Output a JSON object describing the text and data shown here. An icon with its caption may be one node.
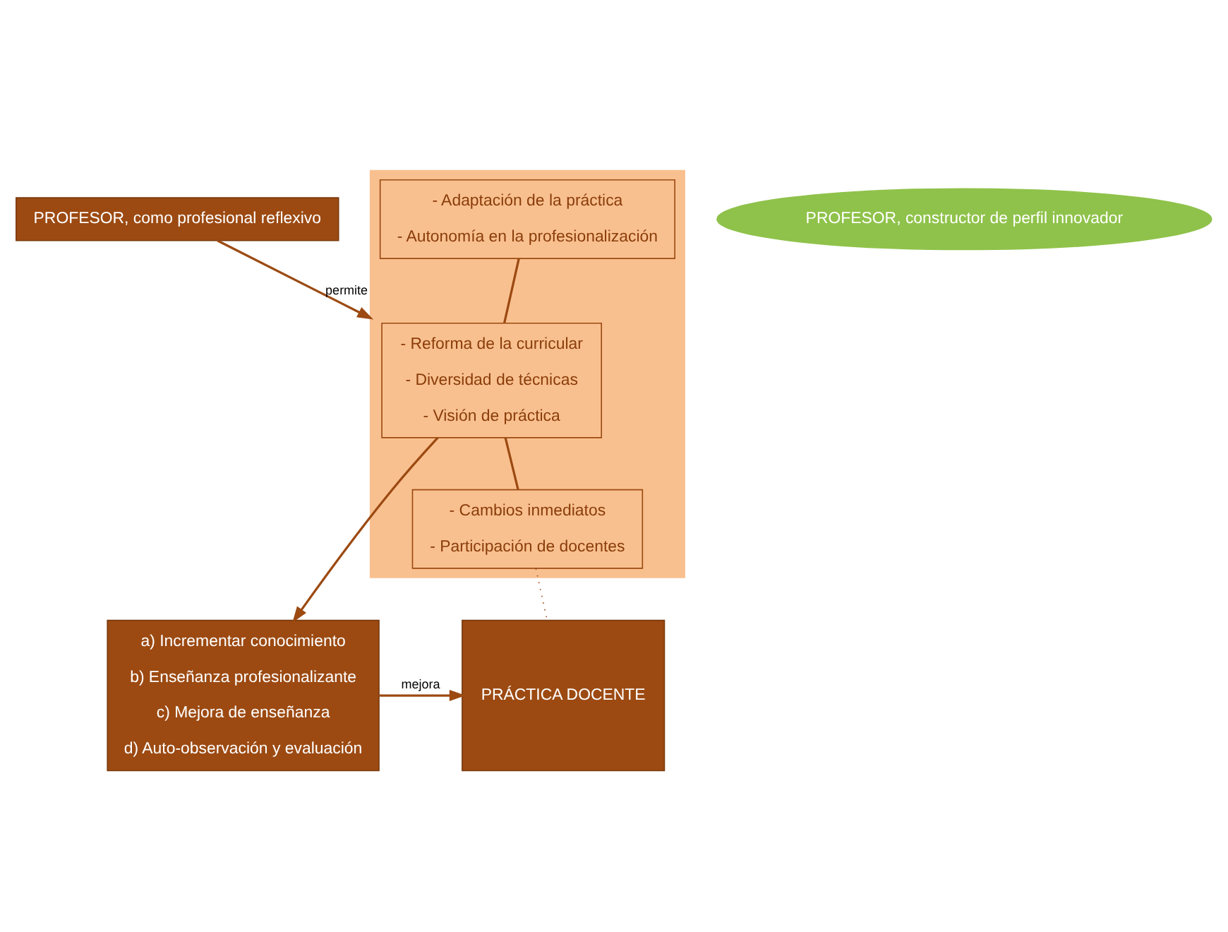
{
  "diagram": {
    "nodes": [
      {
        "text": [
          "PROFESOR, como profesional reflexivo"
        ]
      },
      {
        "text": [
          "PROFESOR, constructor de perfil innovador"
        ]
      },
      {
        "text": [],
        "shape": "box"
      },
      {
        "text": [
          "- Adaptación de la práctica",
          "- Autonomía en la profesionalización"
        ],
        "in": 2
      },
      {
        "text": [
          "- Reforma de la curricular",
          "- Diversidad de técnicas",
          "- Visión de práctica"
        ],
        "in": 2
      },
      {
        "text": [
          "- Cambios inmediatos",
          "- Participación de docentes"
        ],
        "in": 2
      },
      {
        "text": [
          "a) Incrementar conocimiento",
          "b) Enseñanza profesionalizante",
          "c) Mejora de enseñanza",
          "d) Auto-observación y evaluación"
        ]
      },
      {
        "text": [
          "PRÁCTICA DOCENTE"
        ]
      }
    ],
    "edges": [
      {
        "from": 0,
        "to": 2,
        "arrow": "to",
        "label": "permite"
      },
      {
        "from": 3,
        "to": 4,
        "arrow": "none"
      },
      {
        "from": 4,
        "to": 5,
        "arrow": "none"
      },
      {
        "from": 4,
        "to": 6,
        "arrow": "to"
      },
      {
        "from": 6,
        "to": 7,
        "arrow": "to",
        "label": "mejora"
      },
      {
        "from": 5,
        "to": 7,
        "arrow": "none",
        "style": "dashed"
      }
    ]
  }
}
